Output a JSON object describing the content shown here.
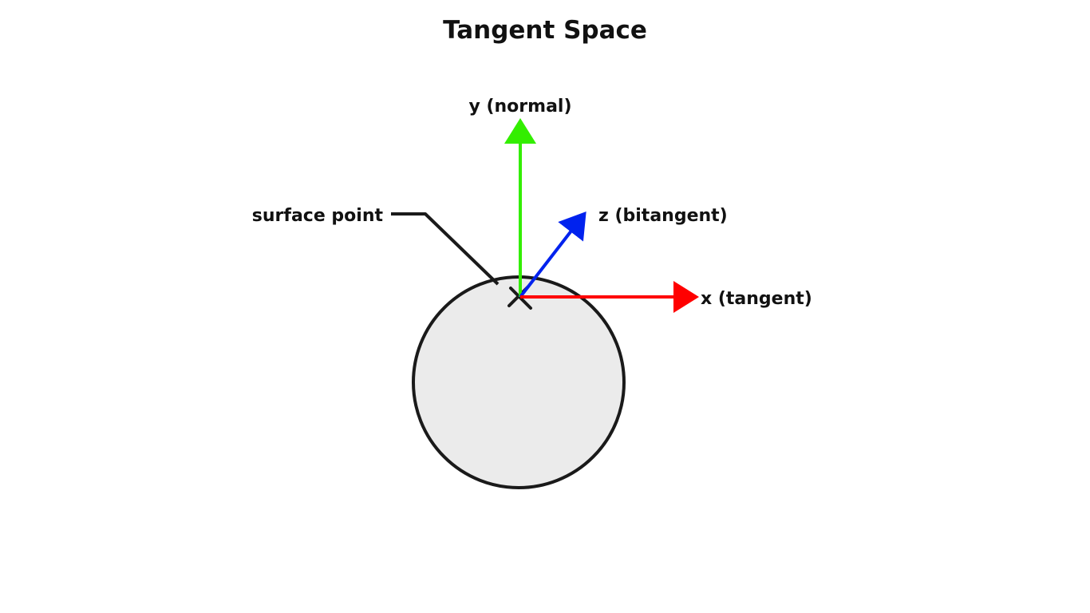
{
  "title": "Tangent Space",
  "labels": {
    "surface_point": "surface point",
    "y_axis": "y (normal)",
    "z_axis": "z (bitangent)",
    "x_axis": "x (tangent)"
  },
  "colors": {
    "x_axis": "#ff0000",
    "y_axis": "#33ee00",
    "z_axis": "#0022ee",
    "sphere_fill": "#ebebeb",
    "outline": "#1a1a1a",
    "text": "#111111",
    "background": "#ffffff"
  }
}
